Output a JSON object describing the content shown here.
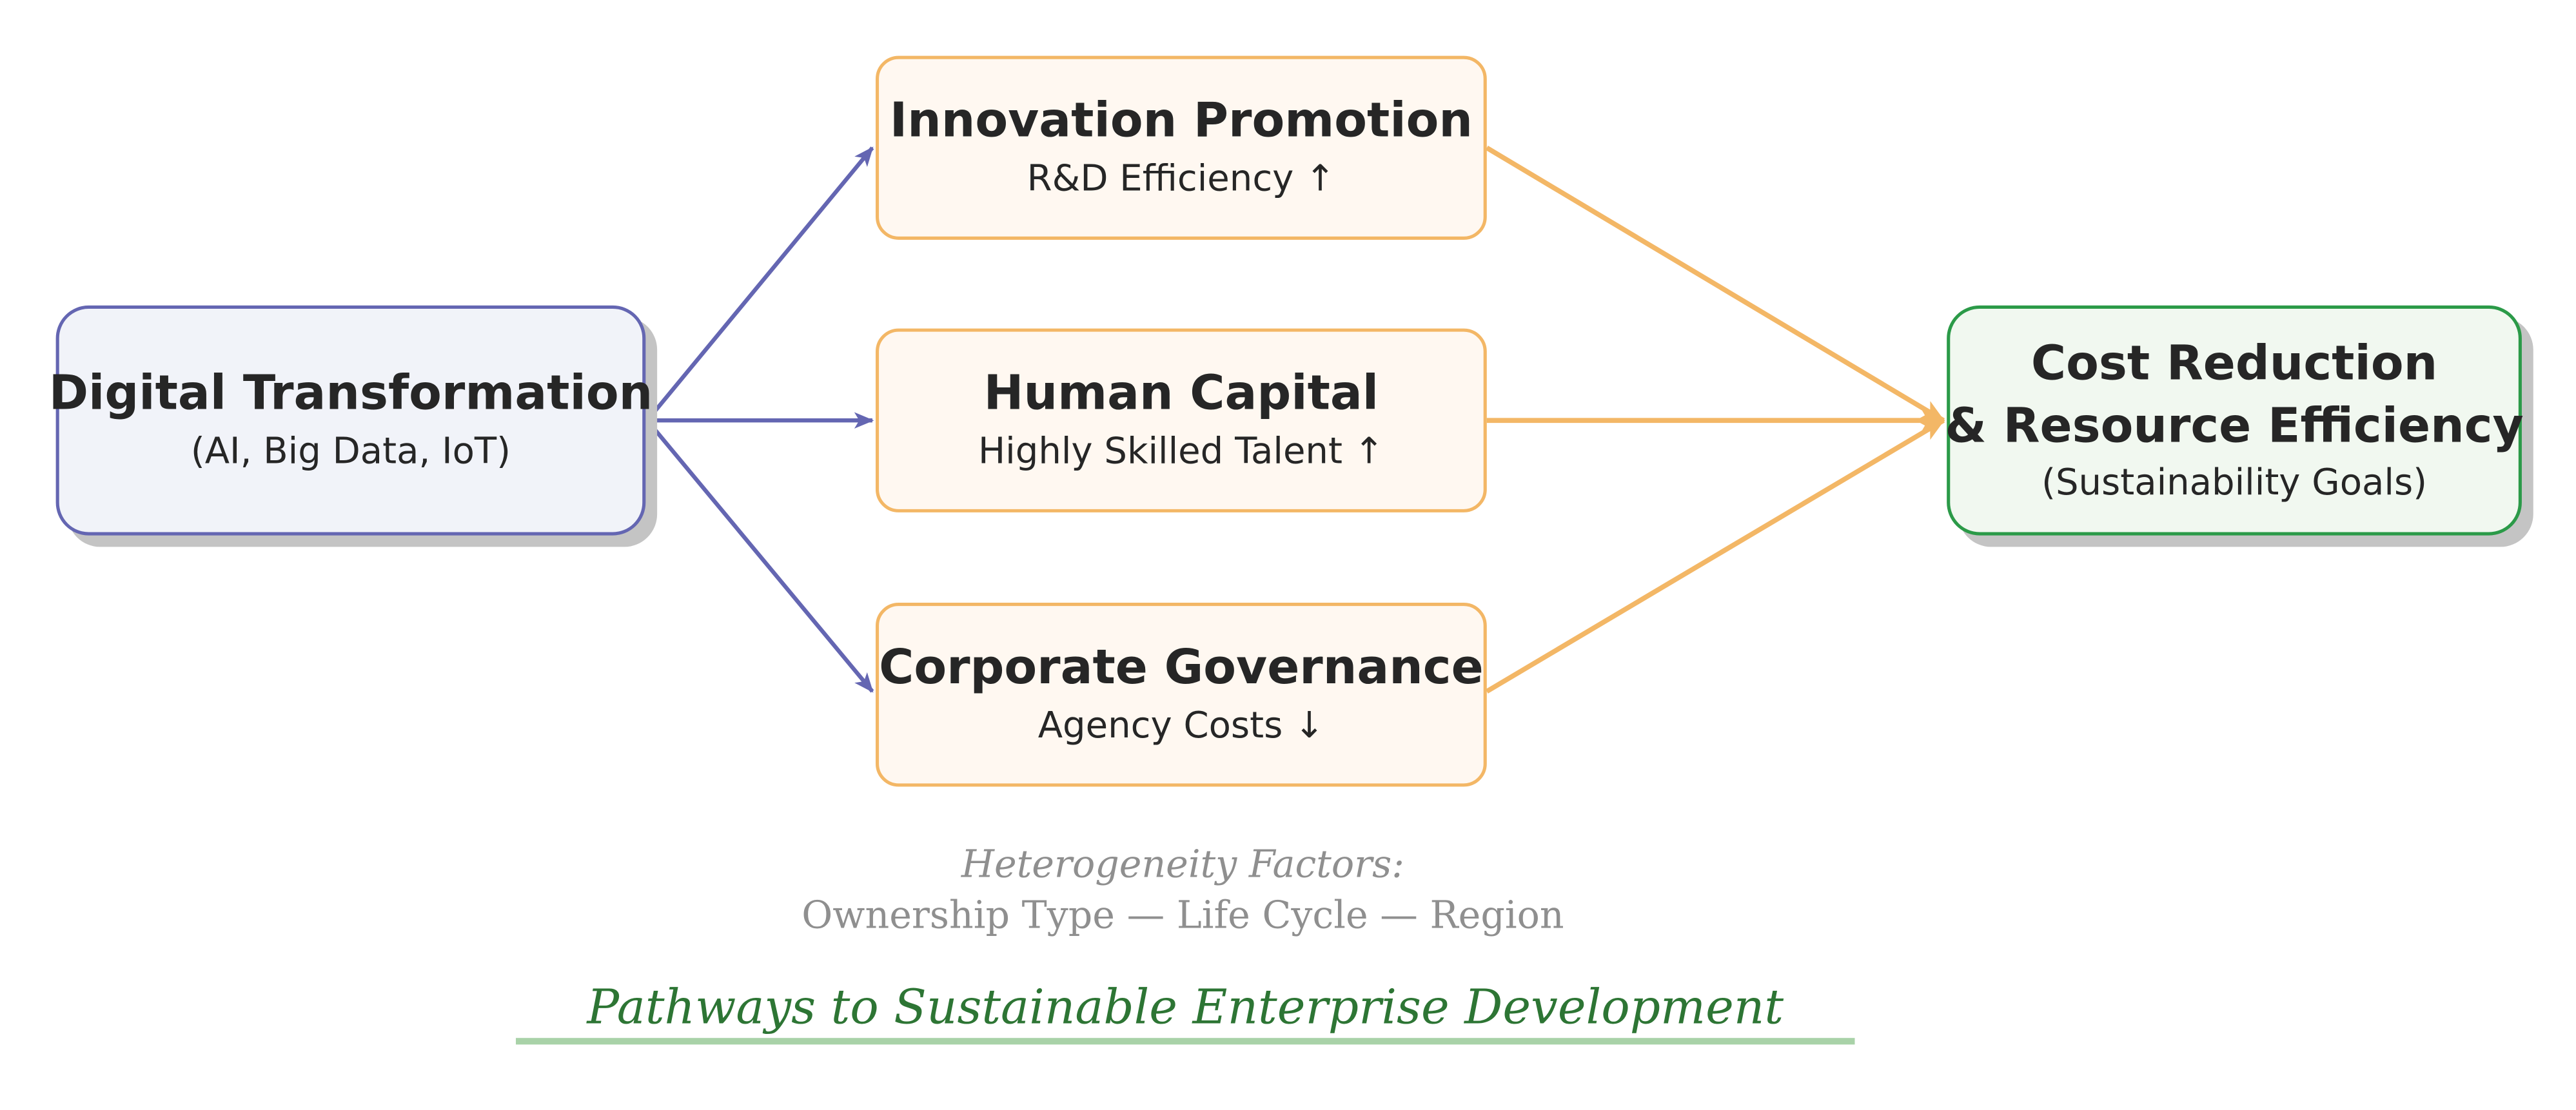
{
  "source_node": {
    "title": "Digital Transformation",
    "subtitle": "(AI, Big Data, IoT)"
  },
  "mediators": [
    {
      "title": "Innovation Promotion",
      "subtitle": "R&D Efficiency ↑"
    },
    {
      "title": "Human Capital",
      "subtitle": "Highly Skilled Talent ↑"
    },
    {
      "title": "Corporate Governance",
      "subtitle": "Agency Costs ↓"
    }
  ],
  "outcome_node": {
    "title_line1": "Cost Reduction",
    "title_line2": "& Resource Efficiency",
    "subtitle": "(Sustainability Goals)"
  },
  "heterogeneity": {
    "label": "Heterogeneity Factors:",
    "factors": "Ownership Type — Life Cycle — Region"
  },
  "caption": "Pathways to Sustainable Enterprise Development",
  "colors": {
    "source_border": "#6466b2",
    "source_fill": "#f1f3f9",
    "mediator_border": "#f3b766",
    "mediator_fill": "#fff8f1",
    "outcome_border": "#2b9a48",
    "outcome_fill": "#f1f8f0",
    "blue_arrows": "#6466b2",
    "orange_arrows": "#f3b766",
    "caption_text": "#2d7534",
    "caption_underline": "#a9d2a8",
    "factors_text": "#8f8f8f"
  }
}
